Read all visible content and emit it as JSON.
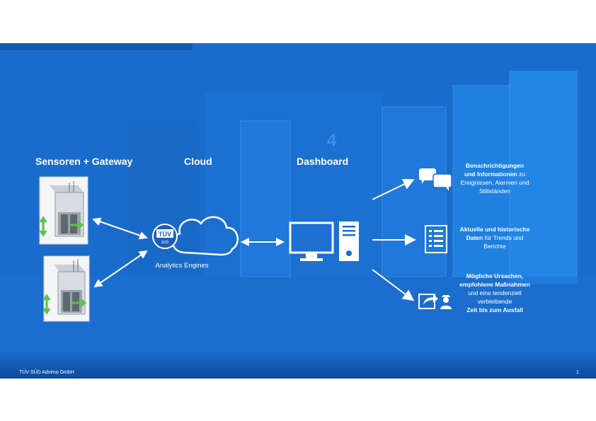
{
  "headings": {
    "sensors": "Sensoren + Gateway",
    "cloud": "Cloud",
    "dashboard": "Dashboard"
  },
  "cloud_label": "Analytics Engines",
  "tuv_logo_text": "TÜV",
  "tuv_logo_sub": "SÜD",
  "building_number": "4",
  "outputs": [
    {
      "bold": [
        "Benachrichtigungen",
        "und Informationen"
      ],
      "bold_suffix": " zu",
      "lines": [
        "Ereignissen, Alarmen und",
        "Stillständen"
      ]
    },
    {
      "bold": [
        "Aktuelle und historische",
        "Daten"
      ],
      "bold_suffix": " für Trends und",
      "lines": [
        "Berichte"
      ]
    },
    {
      "bold": [
        "Mögliche Ursachen,",
        "empfohlene Maßnahmen"
      ],
      "bold_suffix": "",
      "lines": [
        "und eine tendenziell",
        "verbleibende"
      ],
      "bold_end": "Zeit bis zum Ausfall"
    }
  ],
  "footer": {
    "company": "TÜV SÜD Advimo GmbH",
    "page": "1"
  },
  "colors": {
    "background": "#1a6ccc",
    "accent": "#ffffff",
    "arrow_green": "#5cc24a"
  }
}
